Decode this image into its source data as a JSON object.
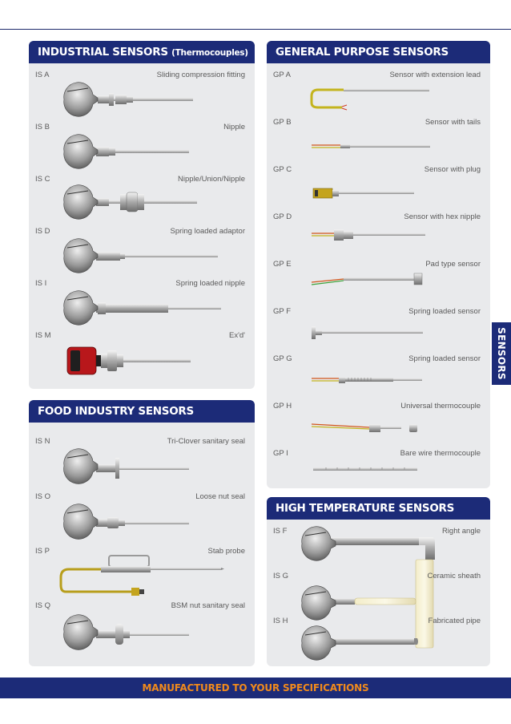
{
  "industrial": {
    "title": "INDUSTRIAL SENSORS",
    "subtitle": "(Thermocouples)",
    "items": [
      {
        "code": "IS A",
        "desc": "Sliding compression fitting"
      },
      {
        "code": "IS B",
        "desc": "Nipple"
      },
      {
        "code": "IS C",
        "desc": "Nipple/Union/Nipple"
      },
      {
        "code": "IS D",
        "desc": "Spring loaded adaptor"
      },
      {
        "code": "IS I",
        "desc": "Spring loaded nipple"
      },
      {
        "code": "IS M",
        "desc": "Ex'd'"
      }
    ]
  },
  "food": {
    "title": "FOOD INDUSTRY SENSORS",
    "items": [
      {
        "code": "IS N",
        "desc": "Tri-Clover sanitary seal"
      },
      {
        "code": "IS O",
        "desc": "Loose nut seal"
      },
      {
        "code": "IS P",
        "desc": "Stab probe"
      },
      {
        "code": "IS Q",
        "desc": "BSM nut sanitary seal"
      }
    ]
  },
  "general": {
    "title": "GENERAL PURPOSE SENSORS",
    "items": [
      {
        "code": "GP A",
        "desc": "Sensor with extension lead"
      },
      {
        "code": "GP B",
        "desc": "Sensor with tails"
      },
      {
        "code": "GP C",
        "desc": "Sensor with plug"
      },
      {
        "code": "GP D",
        "desc": "Sensor with hex nipple"
      },
      {
        "code": "GP E",
        "desc": "Pad type sensor"
      },
      {
        "code": "GP F",
        "desc": "Spring loaded sensor"
      },
      {
        "code": "GP G",
        "desc": "Spring loaded sensor"
      },
      {
        "code": "GP H",
        "desc": "Universal thermocouple"
      },
      {
        "code": "GP I",
        "desc": "Bare wire thermocouple"
      }
    ]
  },
  "high_temp": {
    "title": "HIGH TEMPERATURE SENSORS",
    "items": [
      {
        "code": "IS F",
        "desc": "Right angle"
      },
      {
        "code": "IS G",
        "desc": "Ceramic sheath"
      },
      {
        "code": "IS H",
        "desc": "Fabricated pipe"
      }
    ]
  },
  "side_tab": "SENSORS",
  "footer": "MANUFACTURED TO YOUR SPECIFICATIONS",
  "colors": {
    "header_blue": "#1c2b78",
    "panel_grey": "#e9eaec",
    "footer_orange": "#f08a1c"
  }
}
